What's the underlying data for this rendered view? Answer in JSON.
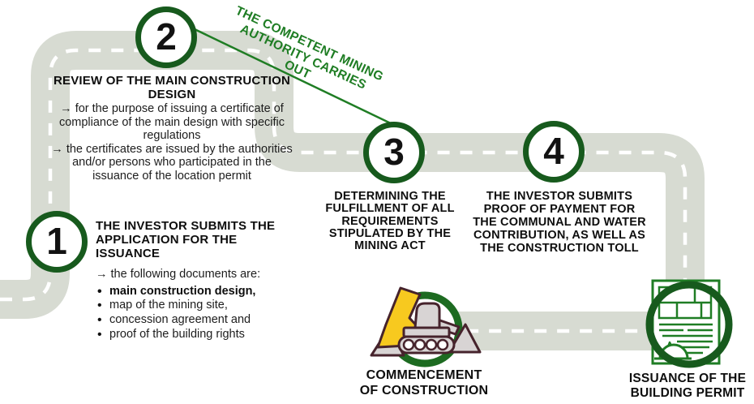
{
  "banner": {
    "line1": "THE COMPETENT MINING",
    "line2": "AUTHORITY CARRIES OUT"
  },
  "steps": [
    {
      "number": "1",
      "title": "THE INVESTOR SUBMITS THE APPLICATION FOR THE ISSUANCE",
      "intro": "→ the following documents are:",
      "bullets": [
        "main construction design,",
        "map of the mining site,",
        "concession agreement and",
        "proof of the building rights"
      ]
    },
    {
      "number": "2",
      "title": "REVIEW OF THE MAIN CONSTRUCTION DESIGN",
      "points": [
        "→ for the purpose of issuing a certificate of compliance of the main design with specific regulations",
        "→ the certificates are issued by the authorities and/or persons who participated in the issuance of the location permit"
      ]
    },
    {
      "number": "3",
      "title": "DETERMINING THE FULFILLMENT OF ALL REQUIREMENTS STIPULATED BY THE MINING ACT"
    },
    {
      "number": "4",
      "title": "THE INVESTOR SUBMITS PROOF OF PAYMENT FOR THE COMMUNAL AND WATER CONTRIBUTION, AS WELL AS THE CONSTRUCTION TOLL"
    }
  ],
  "milestones": [
    {
      "icon": "excavator-icon",
      "line1": "COMMENCEMENT",
      "line2": "OF CONSTRUCTION"
    },
    {
      "icon": "building-permit-icon",
      "line1": "ISSUANCE OF THE",
      "line2": "BUILDING PERMIT"
    }
  ],
  "colors": {
    "road": "#d7dbd2",
    "road_dash": "#ffffff",
    "ring_dark_green": "#175a1d",
    "icon_ring_green": "#1d6b21",
    "accent_green": "#1f7d24",
    "text_black": "#0e0e0e",
    "excavator_yellow": "#f7c91f",
    "excavator_gray": "#d8d4d4",
    "excavator_outline": "#46232c"
  }
}
